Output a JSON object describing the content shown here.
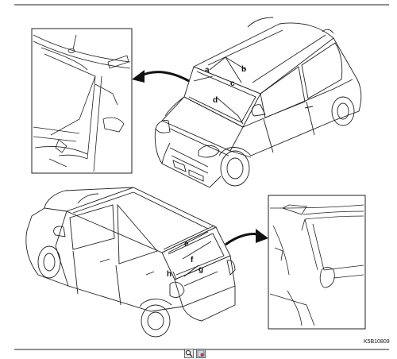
{
  "figure": {
    "code": "K5B10809",
    "labels": {
      "a": "a",
      "b": "b",
      "c": "c",
      "d": "d",
      "e": "e",
      "f": "f",
      "g": "g",
      "h": "h"
    }
  },
  "toolbar": {
    "buttons": [
      {
        "icon": "zoom-icon"
      },
      {
        "icon": "picture-tool-icon"
      }
    ]
  }
}
